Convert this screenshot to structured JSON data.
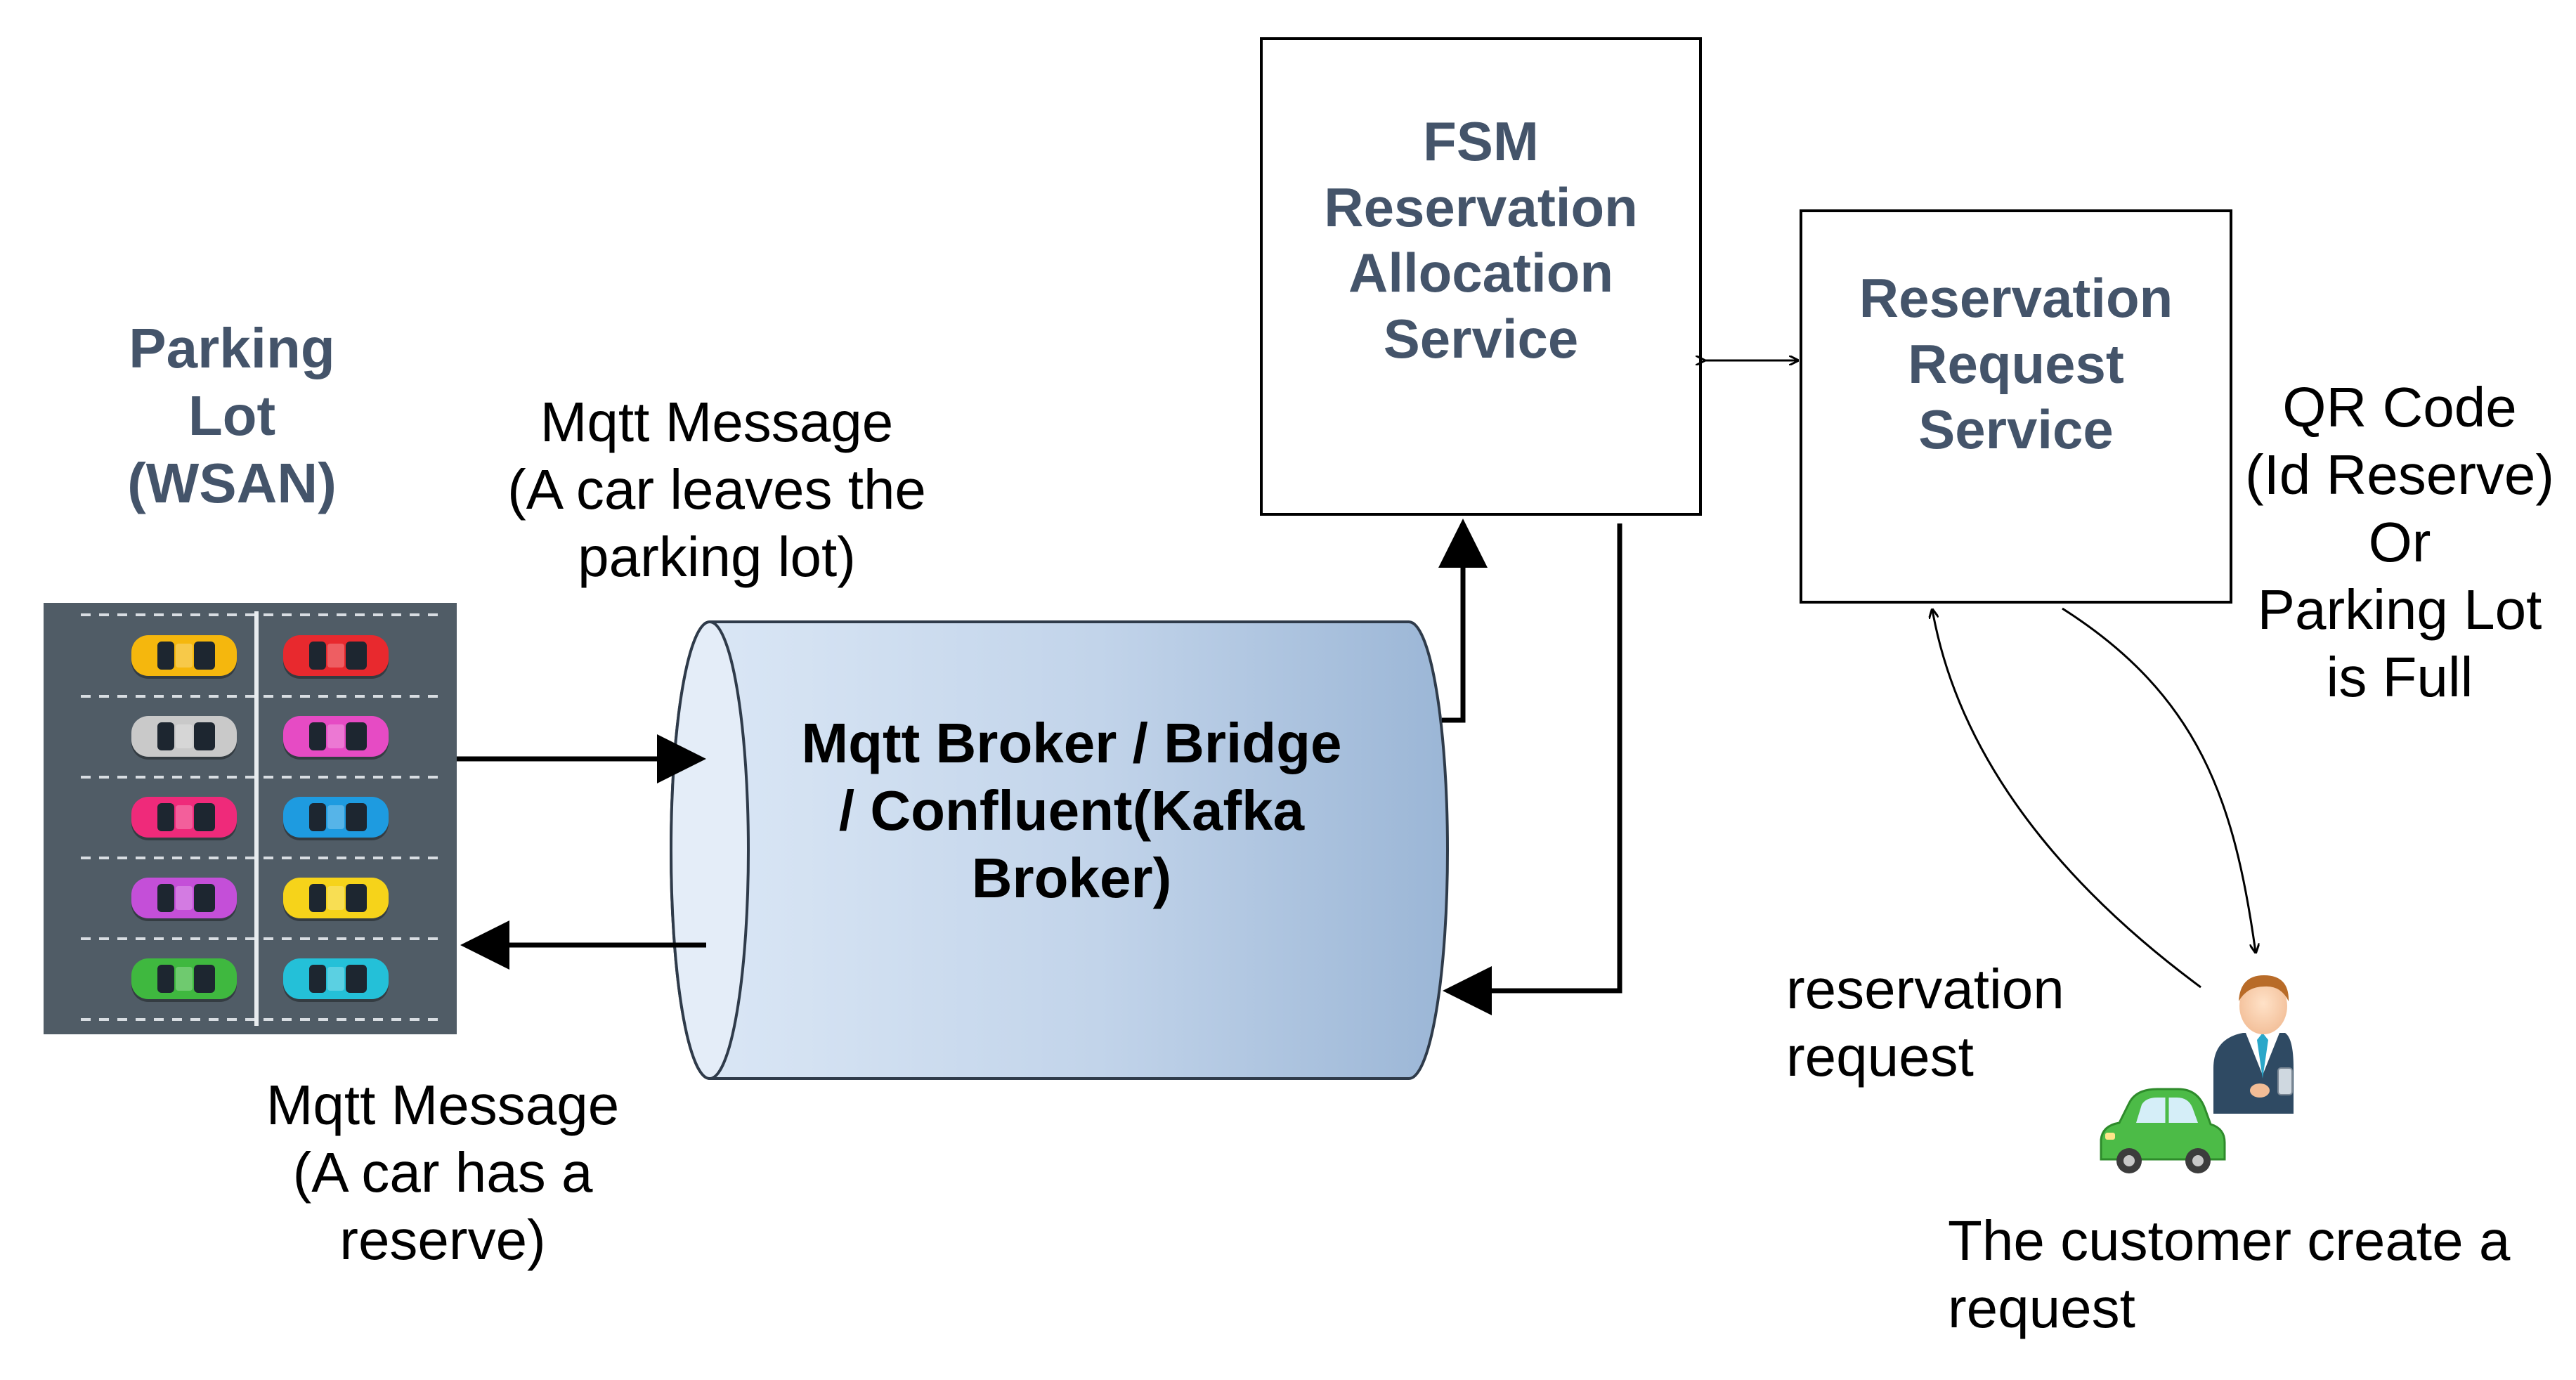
{
  "parking_lot": {
    "title": [
      "Parking",
      "Lot",
      "(WSAN)"
    ]
  },
  "broker": {
    "label": [
      "Mqtt Broker / Bridge",
      "/ Confluent(Kafka",
      "Broker)"
    ]
  },
  "fsm_service": {
    "label": [
      "FSM",
      "Reservation",
      "Allocation",
      "Service"
    ]
  },
  "request_service": {
    "label": [
      "Reservation",
      "Request",
      "Service"
    ]
  },
  "msg_leave": {
    "label": [
      "Mqtt Message",
      "(A car leaves the",
      "parking lot)"
    ]
  },
  "msg_reserve": {
    "label": [
      "Mqtt Message",
      "(A car has a",
      "reserve)"
    ]
  },
  "qr_response": {
    "label": [
      "QR Code",
      "(Id Reserve)",
      "Or",
      "Parking Lot",
      "is Full"
    ]
  },
  "reservation_request": {
    "label": [
      "reservation",
      "request"
    ]
  },
  "customer": {
    "label": [
      "The customer create a",
      "request"
    ]
  },
  "colors": {
    "title_text": "#44546a",
    "cylinder_light": "#dce8f6",
    "cylinder_dark": "#9bb6d6",
    "lot_asphalt": "#505c66",
    "car_colors": [
      "#f5b70d",
      "#e8292e",
      "#c9c9c9",
      "#e64bc4",
      "#ef2a7a",
      "#1e9be0",
      "#c44fd8",
      "#f6d31a",
      "#3fb83f",
      "#24c0d8"
    ]
  },
  "icons": [
    "parking-lot-icon",
    "car-icon",
    "customer-icon"
  ]
}
